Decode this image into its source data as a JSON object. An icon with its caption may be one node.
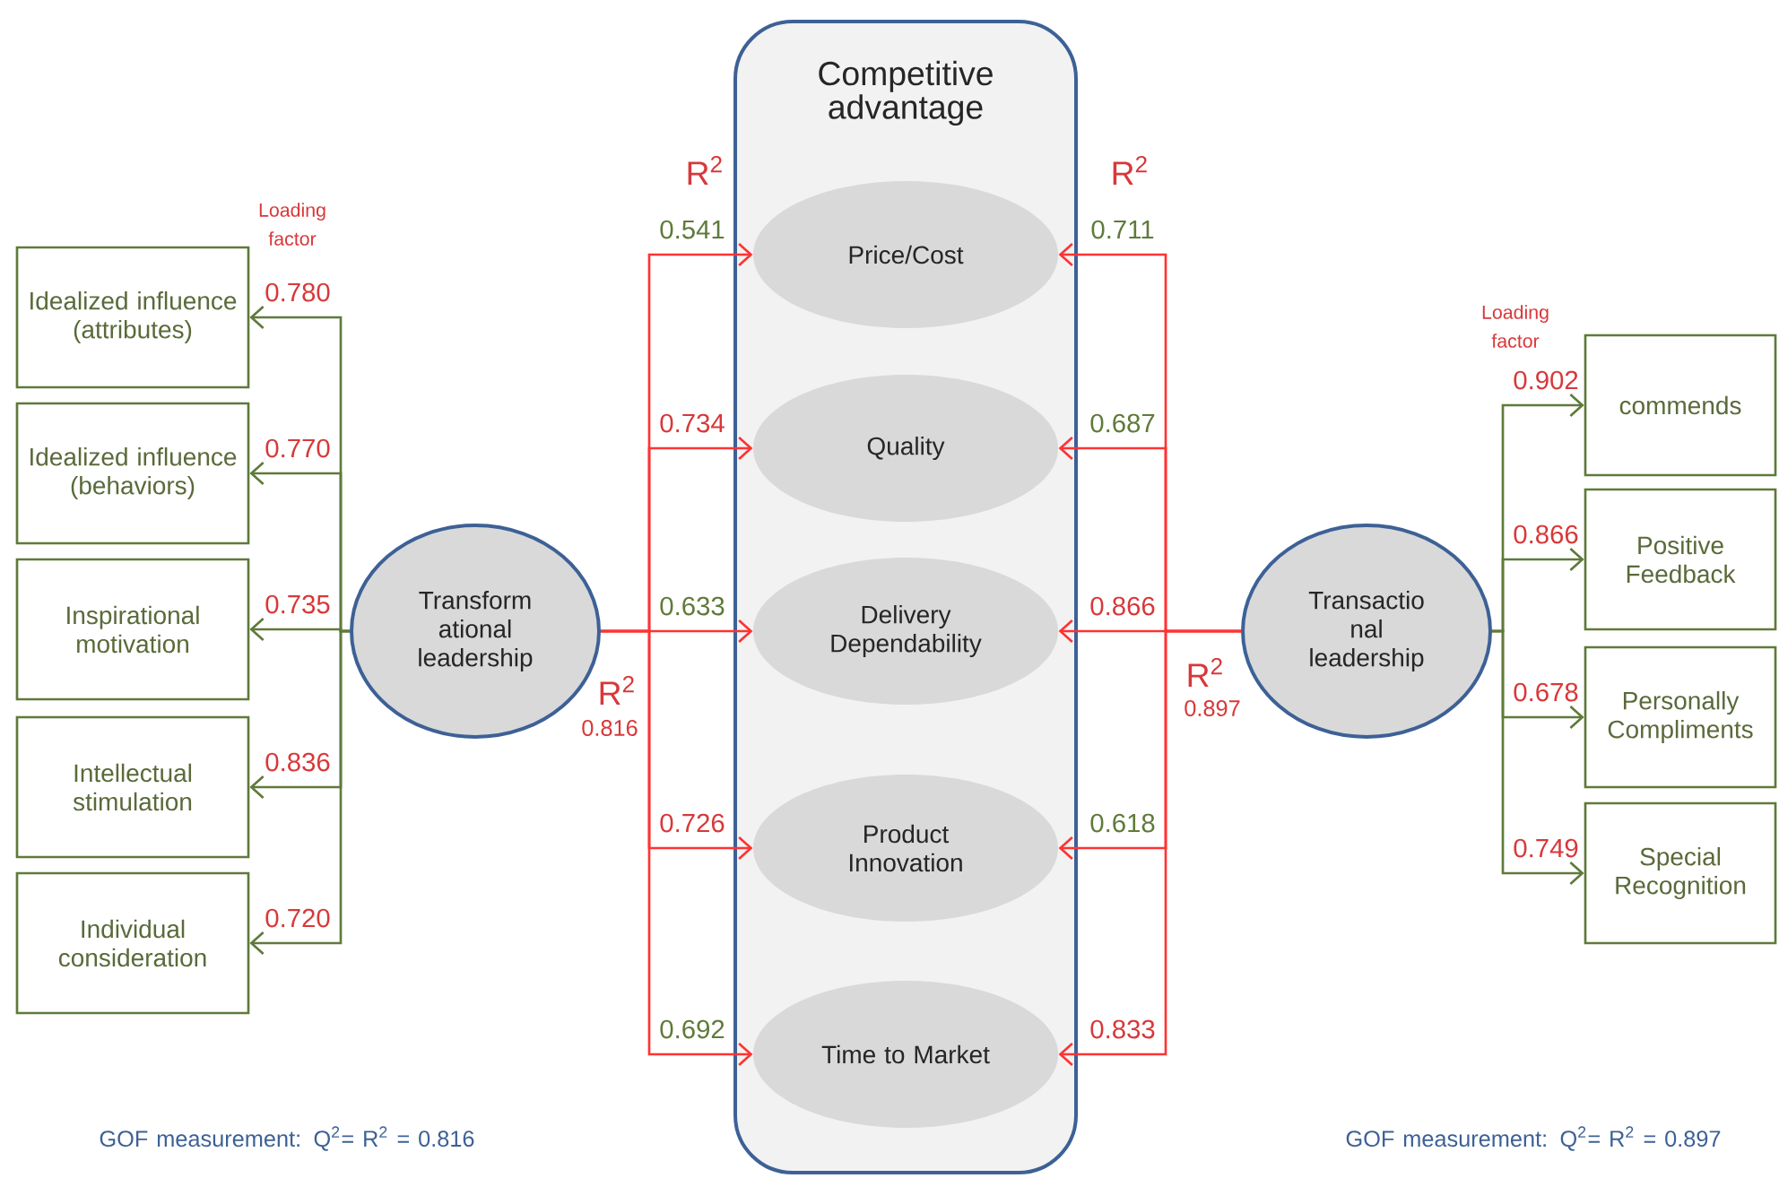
{
  "diagram": {
    "nodes": [
      {
        "text": [
          "Competitive advantage"
        ]
      },
      {
        "text": [
          "Price/Cost"
        ],
        "in": 0
      },
      {
        "text": [
          "Quality"
        ],
        "in": 0
      },
      {
        "text": [
          "Delivery Dependability"
        ],
        "in": 0
      },
      {
        "text": [
          "Product Innovation"
        ],
        "in": 0
      },
      {
        "text": [
          "Time to Market"
        ],
        "in": 0
      },
      {
        "text": [
          "Transform ational leadership"
        ]
      },
      {
        "text": [
          "Transactio nal leadership"
        ]
      },
      {
        "text": [
          "Idealized influence (attributes)"
        ]
      },
      {
        "text": [
          "Idealized influence (behaviors)"
        ]
      },
      {
        "text": [
          "Inspirational motivation"
        ]
      },
      {
        "text": [
          "Intellectual stimulation"
        ]
      },
      {
        "text": [
          "Individual consideration"
        ]
      },
      {
        "text": [
          "commends"
        ]
      },
      {
        "text": [
          "Positive Feedback"
        ]
      },
      {
        "text": [
          "Personally Compliments"
        ]
      },
      {
        "text": [
          "Special Recognition"
        ]
      }
    ],
    "edges": [
      {
        "from": 6,
        "to": 8,
        "arrow": "to",
        "label": "0.780",
        "color": "#5f7a3a"
      },
      {
        "from": 6,
        "to": 9,
        "arrow": "to",
        "label": "0.770",
        "color": "#5f7a3a"
      },
      {
        "from": 6,
        "to": 10,
        "arrow": "to",
        "label": "0.735",
        "color": "#5f7a3a"
      },
      {
        "from": 6,
        "to": 11,
        "arrow": "to",
        "label": "0.836",
        "color": "#5f7a3a"
      },
      {
        "from": 6,
        "to": 12,
        "arrow": "to",
        "label": "0.720",
        "color": "#5f7a3a"
      },
      {
        "from": 6,
        "to": 1,
        "arrow": "to",
        "label": "0.541"
      },
      {
        "from": 6,
        "to": 2,
        "arrow": "to",
        "label": "0.734"
      },
      {
        "from": 6,
        "to": 3,
        "arrow": "to",
        "label": "0.633"
      },
      {
        "from": 6,
        "to": 4,
        "arrow": "to",
        "label": "0.726"
      },
      {
        "from": 6,
        "to": 5,
        "arrow": "to",
        "label": "0.692"
      },
      {
        "from": 7,
        "to": 1,
        "arrow": "to",
        "label": "0.711"
      },
      {
        "from": 7,
        "to": 2,
        "arrow": "to",
        "label": "0.687"
      },
      {
        "from": 7,
        "to": 3,
        "arrow": "to",
        "label": "0.866"
      },
      {
        "from": 7,
        "to": 4,
        "arrow": "to",
        "label": "0.618"
      },
      {
        "from": 7,
        "to": 5,
        "arrow": "to",
        "label": "0.833"
      },
      {
        "from": 7,
        "to": 13,
        "arrow": "to",
        "label": "0.902",
        "color": "#5f7a3a"
      },
      {
        "from": 7,
        "to": 14,
        "arrow": "to",
        "label": "0.866",
        "color": "#5f7a3a"
      },
      {
        "from": 7,
        "to": 15,
        "arrow": "to",
        "label": "0.678",
        "color": "#5f7a3a"
      },
      {
        "from": 7,
        "to": 16,
        "arrow": "to",
        "label": "0.749",
        "color": "#5f7a3a"
      }
    ],
    "labels": [
      "Loading factor",
      "R$^{2}$",
      "R$^{2}$",
      "Loading factor",
      "R$^{2}$",
      "0.816",
      "R$^{2}$",
      "0.897",
      "GOF measurement: Q$^{2}$= R$^{2}$ = 0.816",
      "GOF measurement: Q$^{2}$= R$^{2}$ = 0.897"
    ]
  }
}
